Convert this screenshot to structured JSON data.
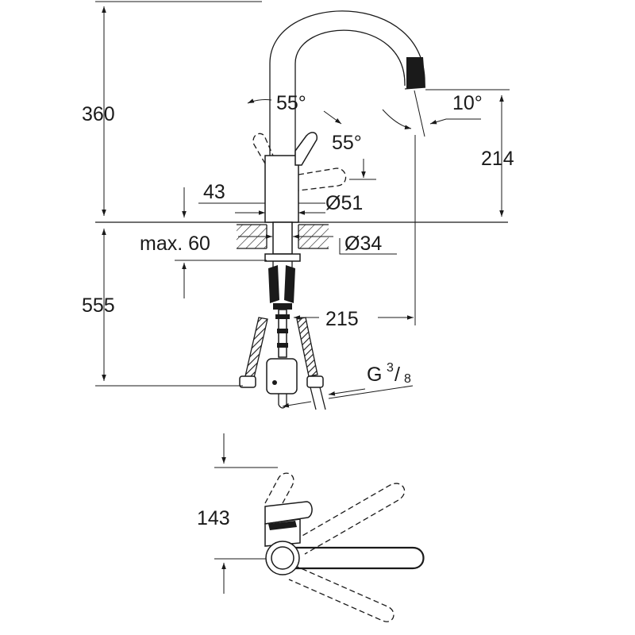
{
  "diagram": {
    "dim_total_height": "360",
    "dim_spout_height": "214",
    "dim_below_deck": "555",
    "dim_lever_angle_top": "55°",
    "dim_lever_angle_side": "55°",
    "dim_spout_angle": "10°",
    "dim_body_offset": "43",
    "dim_body_diameter": "Ø51",
    "dim_deck_max": "max. 60",
    "dim_hole_diameter": "Ø34",
    "dim_spout_reach": "215",
    "dim_connection_main": "G",
    "dim_connection_num": "3",
    "dim_connection_slash": "/",
    "dim_connection_den": "8",
    "dim_top_view_depth": "143"
  }
}
